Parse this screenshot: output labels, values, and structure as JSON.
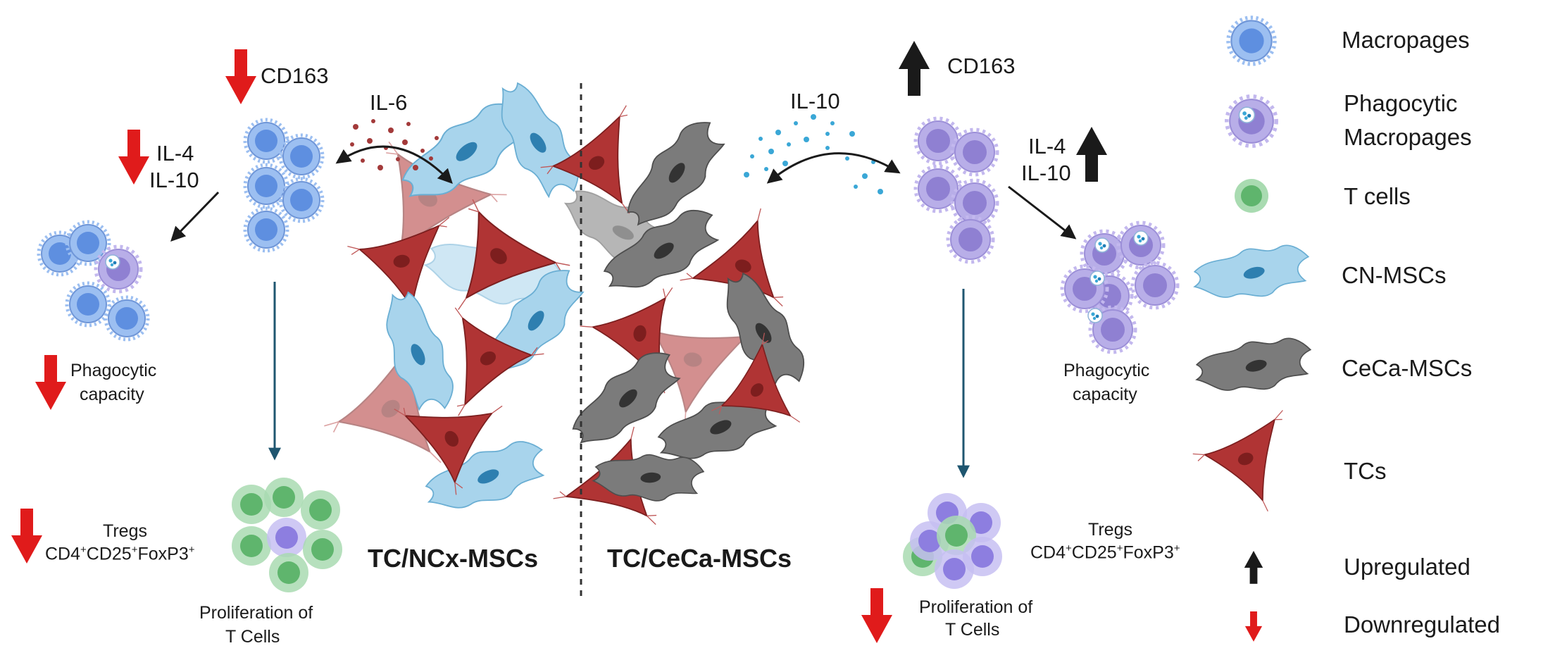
{
  "left": {
    "cd163": "CD163",
    "il6": "IL-6",
    "il4": "IL-4",
    "il10": "IL-10",
    "phagocytic_line1": "Phagocytic",
    "phagocytic_line2": "capacity",
    "tregs": "Tregs",
    "treg_markers": {
      "cd4": "CD4",
      "plus1": "+",
      "cd25": "CD25",
      "plus2": "+",
      "foxp3": "FoxP3",
      "plus3": "+"
    },
    "prolif_line1": "Proliferation of",
    "prolif_line2": "T Cells",
    "title": "TC/NCx-MSCs"
  },
  "right": {
    "cd163": "CD163",
    "il10_top": "IL-10",
    "il4": "IL-4",
    "il10": "IL-10",
    "phagocytic_line1": "Phagocytic",
    "phagocytic_line2": "capacity",
    "tregs": "Tregs",
    "treg_markers": {
      "cd4": "CD4",
      "plus1": "+",
      "cd25": "CD25",
      "plus2": "+",
      "foxp3": "FoxP3",
      "plus3": "+"
    },
    "prolif_line1": "Proliferation of",
    "prolif_line2": "T Cells",
    "title": "TC/CeCa-MSCs"
  },
  "legend": {
    "macrophages": "Macropages",
    "phagocytic_line1": "Phagocytic",
    "phagocytic_line2": "Macropages",
    "t_cells": "T cells",
    "cn_mscs": "CN-MSCs",
    "ceca_mscs": "CeCa-MSCs",
    "tcs": "TCs",
    "upregulated": "Upregulated",
    "downregulated": "Downregulated"
  },
  "colors": {
    "down_arrow": "#e01b1b",
    "up_arrow": "#1a1a1a",
    "macrophage": "#8fb6ee",
    "phagocytic_macrophage": "#b3a8e6",
    "t_cell": "#8ed39a",
    "cn_msc": "#9fd0ea",
    "ceca_msc": "#7a7a7a",
    "tc": "#b23a3a",
    "il6_dots": "#a33a3a",
    "il10_dots": "#3aa7d6",
    "teal_arrow": "#1f5670"
  },
  "icons": [
    "macrophage-icon",
    "phagocytic-macrophage-icon",
    "t-cell-icon",
    "cn-msc-icon",
    "ceca-msc-icon",
    "tc-icon",
    "up-arrow-icon",
    "down-arrow-icon"
  ]
}
